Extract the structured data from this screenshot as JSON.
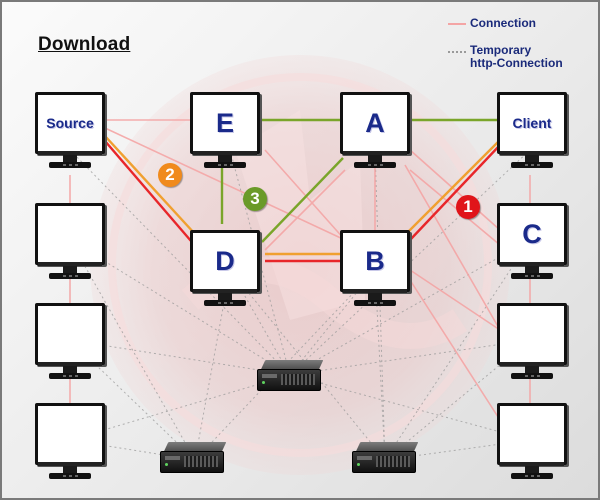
{
  "title": "Download",
  "legend": {
    "connection": "Connection",
    "temporary_http": "Temporary\nhttp-Connection"
  },
  "colors": {
    "connection": "#f4a5a5",
    "temporary_http": "#9a9a9a",
    "download_route_1": "#e8262a",
    "download_route_2": "#f0a030",
    "download_route_3": "#7aa52a",
    "node_label": "#1a2a8a",
    "badge_1": "#e0141a",
    "badge_2": "#f08a1c",
    "badge_3": "#6a9a28"
  },
  "nodes": {
    "source": "Source",
    "e": "E",
    "a": "A",
    "client": "Client",
    "c": "C",
    "d": "D",
    "b": "B"
  },
  "steps": [
    "1",
    "2",
    "3"
  ],
  "icons": [
    "monitor-icon",
    "server-icon"
  ]
}
